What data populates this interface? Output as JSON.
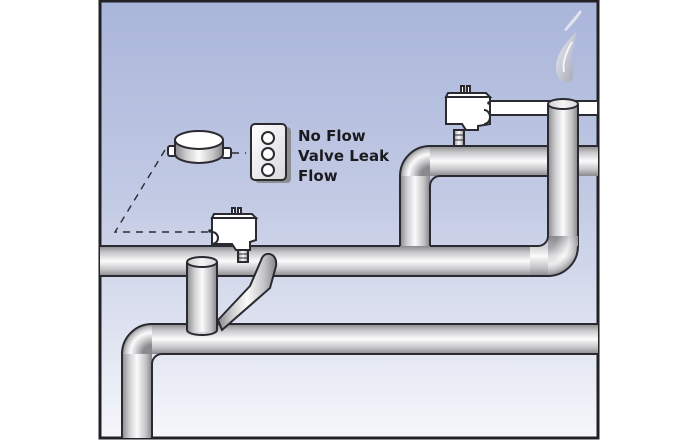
{
  "diagram": {
    "title": "Pipeline flow / valve leak detection schematic",
    "legend": {
      "indicator_lights": 3,
      "labels": [
        "No Flow",
        "Valve Leak",
        "Flow"
      ]
    },
    "components": {
      "controller": "indicator-controller",
      "sensor_left": "flow-sensor",
      "sensor_right": "flow-sensor",
      "vent_exhaust": "smoke-plume"
    },
    "colors": {
      "background_top": "#a9b5da",
      "background_bottom": "#f6f7fb",
      "frame": "#222226",
      "pipe_light": "#f7f7f7",
      "pipe_dark": "#8e8e92",
      "outline": "#2a2a30"
    }
  }
}
